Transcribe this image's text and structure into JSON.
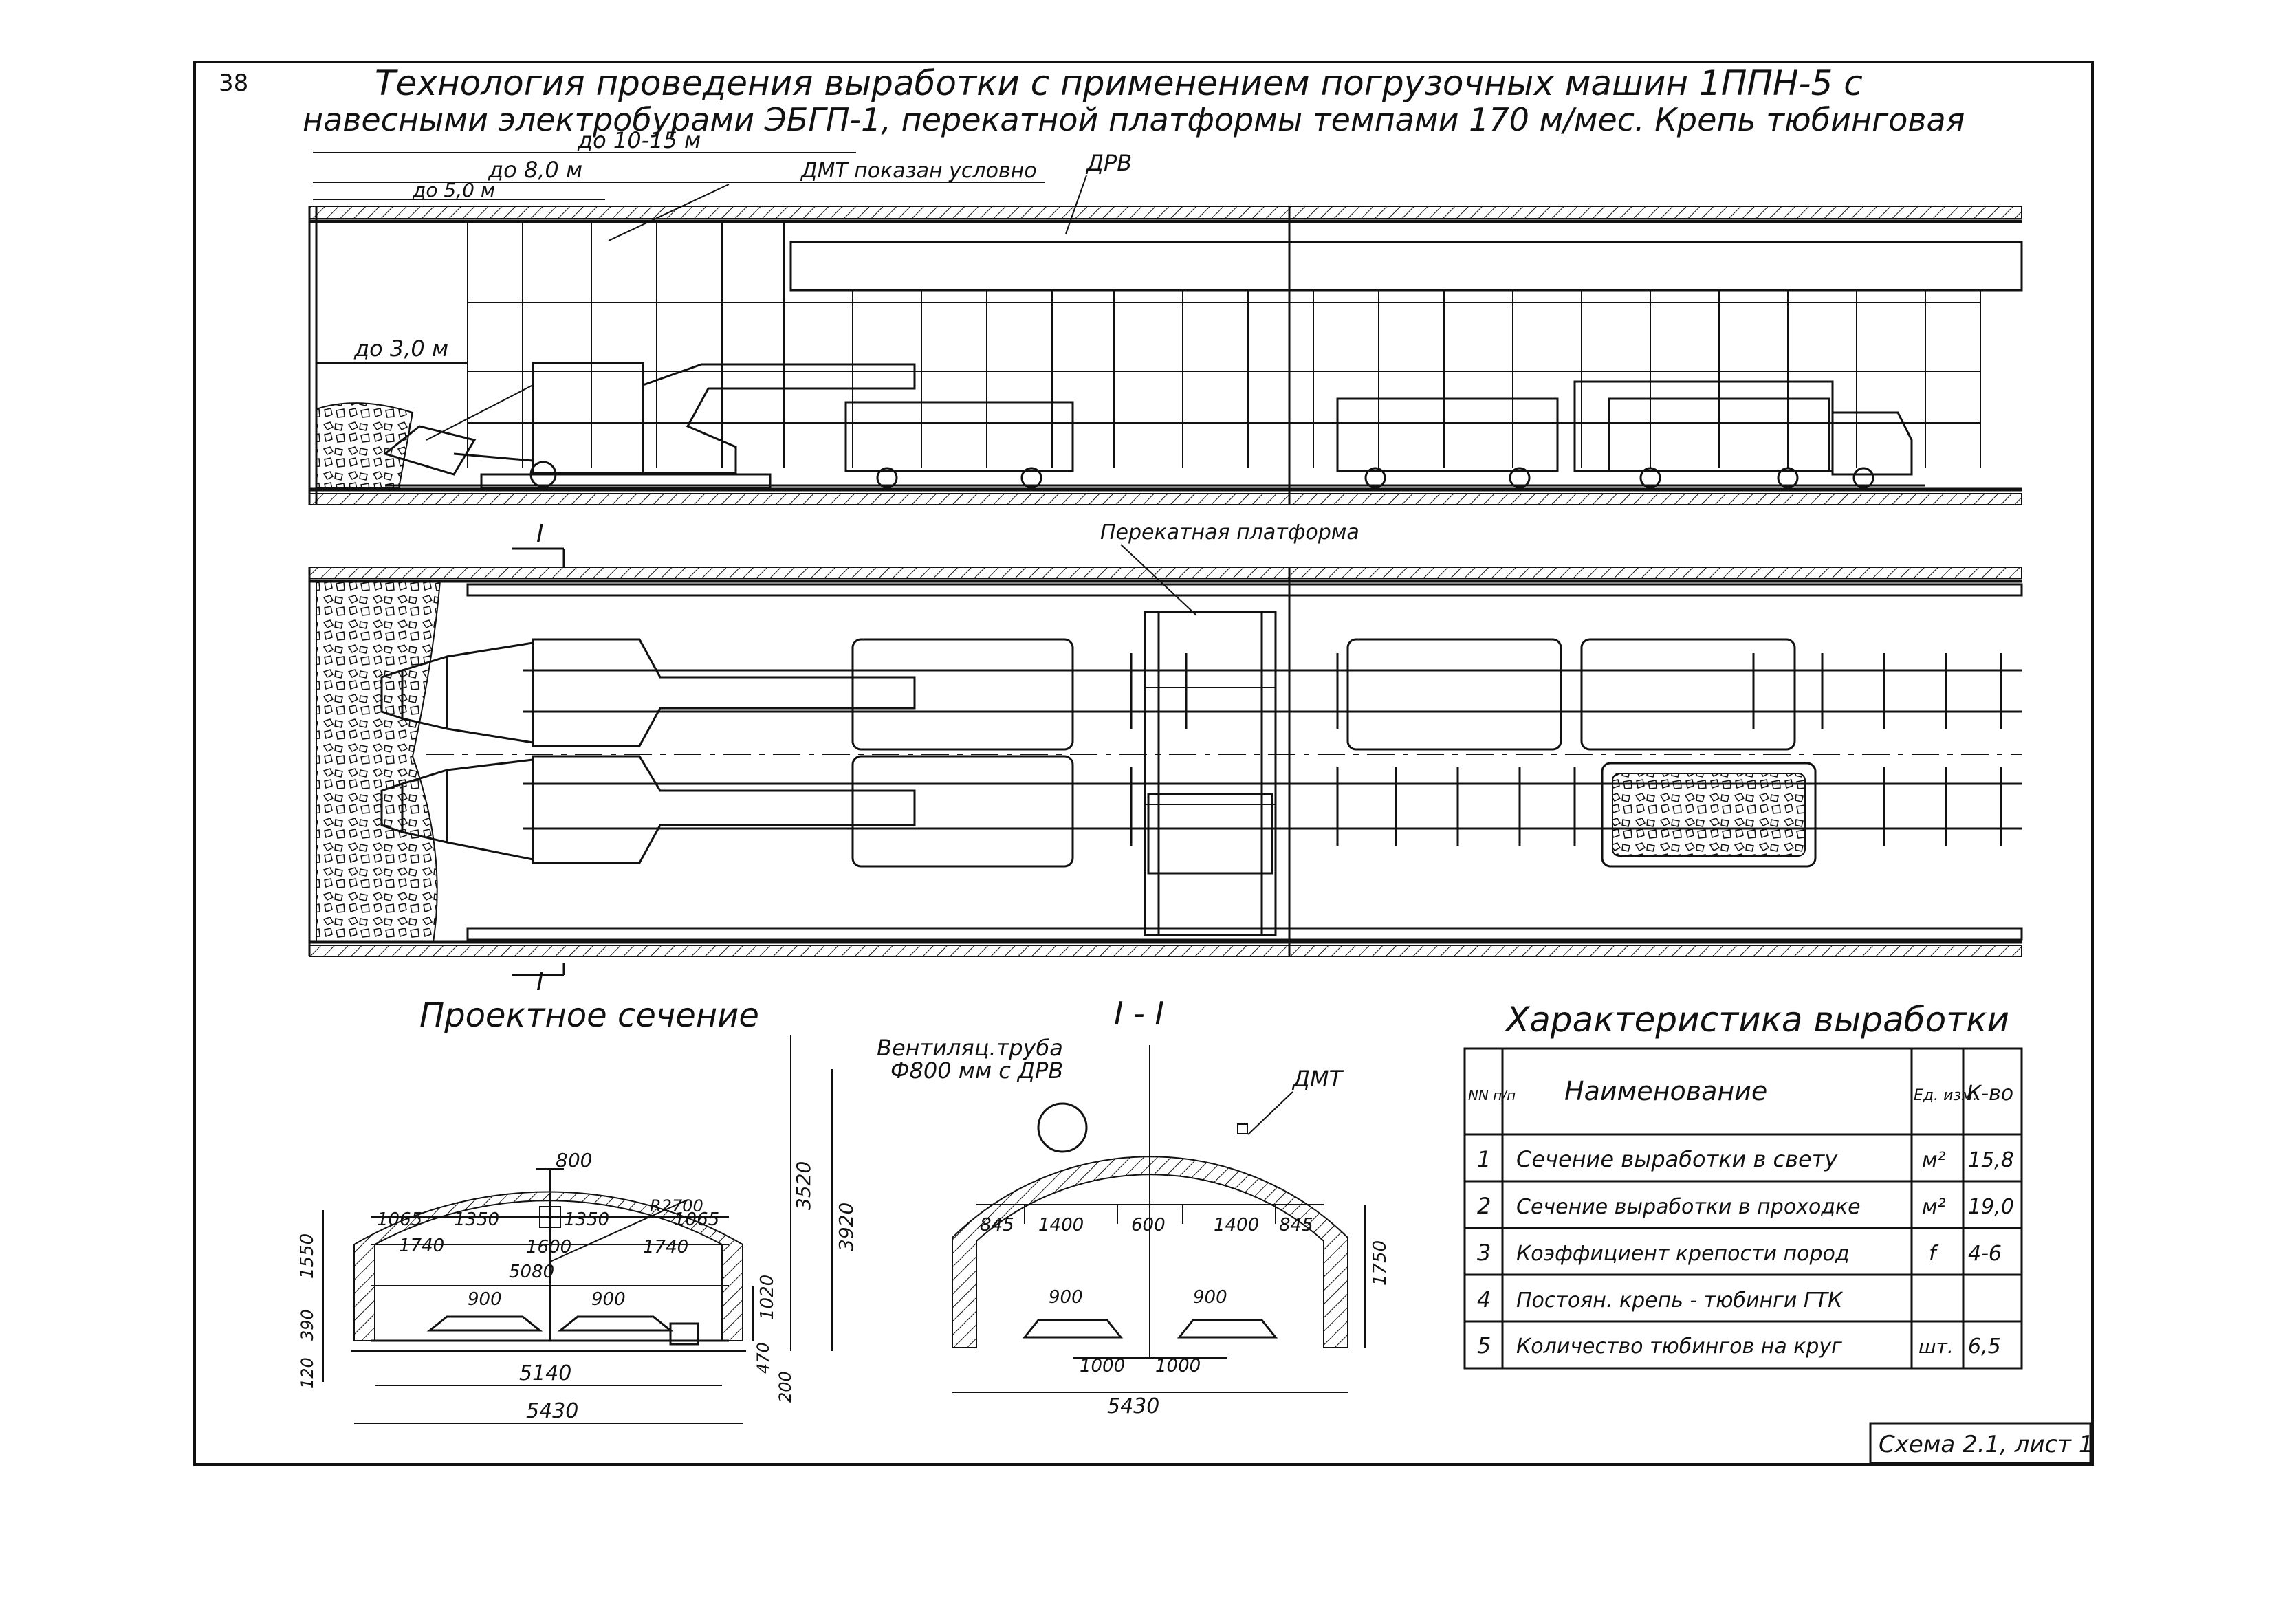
{
  "sheet": {
    "page_number": "38",
    "title_line1": "Технология проведения выработки с применением погрузочных машин 1ППН-5 с",
    "title_line2": "навесными электробурами ЭБГП-1, перекатной платформы темпами 170 м/мес. Крепь тюбинговая",
    "scheme_label": "Схема 2.1, лист 1"
  },
  "elevation": {
    "dim_10_15": "до 10-15 м",
    "dim_8": "до 8,0 м",
    "dim_5": "до 5,0 м",
    "dim_3": "до 3,0 м",
    "dmt_note": "ДМТ показан условно",
    "drv": "ДРВ"
  },
  "plan": {
    "section_mark": "I",
    "platform_label": "Перекатная платформа"
  },
  "design_section": {
    "title": "Проектное сечение",
    "dims": {
      "d800": "800",
      "d1065a": "1065",
      "d1350a": "1350",
      "d1350b": "1350",
      "d1065b": "1065",
      "r2700": "R2700",
      "d1740a": "1740",
      "d1600": "1600",
      "d1740b": "1740",
      "d5080": "5080",
      "d900a": "900",
      "d900b": "900",
      "d5140": "5140",
      "d5430": "5430",
      "d3520": "3520",
      "d3920": "3920",
      "d1550": "1550",
      "d390": "390",
      "d120": "120",
      "d1020": "1020",
      "d470": "470",
      "d200": "200"
    }
  },
  "section_11": {
    "title": "I - I",
    "vent_label_1": "Вентиляц.труба",
    "vent_label_2": "Ф800 мм с ДРВ",
    "dmt": "ДМТ",
    "dims": {
      "d845a": "845",
      "d1400a": "1400",
      "d600": "600",
      "d1400b": "1400",
      "d845b": "845",
      "d900a": "900",
      "d900b": "900",
      "d1000a": "1000",
      "d1000b": "1000",
      "d5430": "5430",
      "d1750": "1750"
    }
  },
  "characteristics": {
    "title": "Характеристика выработки",
    "headers": {
      "num": "NN п/п",
      "name": "Наименование",
      "unit": "Ед. изм.",
      "qty": "К-во"
    },
    "rows": [
      {
        "num": "1",
        "name": "Сечение выработки в свету",
        "unit": "м²",
        "qty": "15,8"
      },
      {
        "num": "2",
        "name": "Сечение выработки в проходке",
        "unit": "м²",
        "qty": "19,0"
      },
      {
        "num": "3",
        "name": "Коэффициент крепости пород",
        "unit": "f",
        "qty": "4-6"
      },
      {
        "num": "4",
        "name": "Постоян. крепь - тюбинги ГТК",
        "unit": "",
        "qty": ""
      },
      {
        "num": "5",
        "name": "Количество тюбингов на круг",
        "unit": "шт.",
        "qty": "6,5"
      }
    ]
  }
}
